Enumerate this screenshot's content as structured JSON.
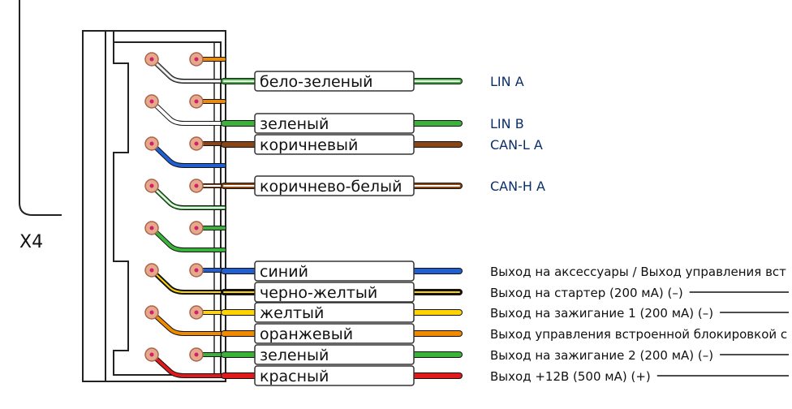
{
  "connector": {
    "name": "X4"
  },
  "wires": [
    {
      "label": "бело-зеленый",
      "signal": "LIN A",
      "signal_style": "blue",
      "colors": [
        "#3bb33b",
        "#ffffff"
      ]
    },
    {
      "label": "зеленый",
      "signal": "LIN B",
      "signal_style": "blue",
      "colors": [
        "#3bb33b"
      ]
    },
    {
      "label": "коричневый",
      "signal": "CAN-L A",
      "signal_style": "blue",
      "colors": [
        "#8b4513"
      ]
    },
    {
      "label": "коричнево-белый",
      "signal": "CAN-H A",
      "signal_style": "blue",
      "colors": [
        "#8b4513",
        "#ffffff"
      ]
    },
    {
      "label": "синий",
      "signal": "Выход на аксессуары / Выход управления вст",
      "signal_style": "plain",
      "colors": [
        "#1f5fd1"
      ]
    },
    {
      "label": "черно-желтый",
      "signal": "Выход на стартер (200 мА) (–)",
      "signal_style": "plain",
      "colors": [
        "#111111",
        "#ffd400"
      ]
    },
    {
      "label": "желтый",
      "signal": "Выход на зажигание 1 (200 мА) (–)",
      "signal_style": "plain",
      "colors": [
        "#ffd400"
      ]
    },
    {
      "label": "оранжевый",
      "signal": "Выход управления встроенной блокировкой с",
      "signal_style": "plain",
      "colors": [
        "#f08a00"
      ]
    },
    {
      "label": "зеленый",
      "signal": "Выход на зажигание 2 (200 мА) (–)",
      "signal_style": "plain",
      "colors": [
        "#3bb33b"
      ]
    },
    {
      "label": "красный",
      "signal": "Выход +12В (500 мА) (+)",
      "signal_style": "plain",
      "colors": [
        "#e01a1a"
      ]
    }
  ]
}
